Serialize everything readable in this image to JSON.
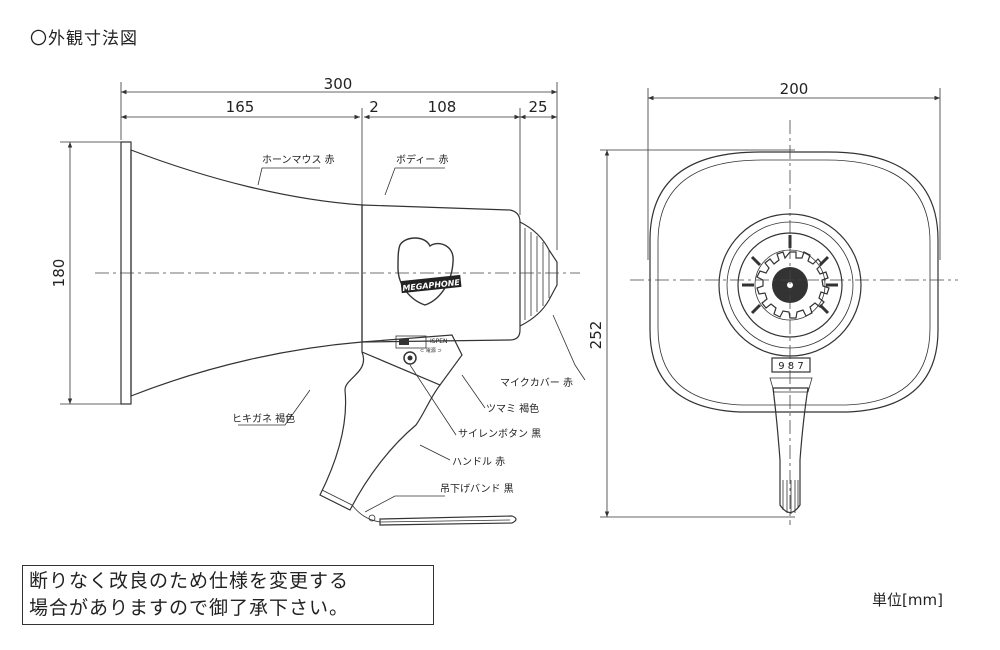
{
  "title": "〇外観寸法図",
  "dimensions": {
    "total_length": "300",
    "horn_length": "165",
    "gap": "2",
    "body_length": "108",
    "mic_cover_length": "25",
    "horn_diameter": "180",
    "width": "200",
    "height": "252"
  },
  "callouts": {
    "horn_mouth": "ホーンマウス 赤",
    "body": "ボディー 赤",
    "mic_cover": "マイクカバー 赤",
    "knob": "ツマミ 褐色",
    "siren_button": "サイレンボタン 黒",
    "handle": "ハンドル 赤",
    "trigger": "ヒキガネ 褐色",
    "strap": "吊下げバンド 黒"
  },
  "logo_text": "MEGAPHONE",
  "switch_labels": {
    "top": "ISPEN",
    "bottom": "⊂ 電源 ⊃"
  },
  "front_display": "9 8 7",
  "notice": {
    "line1": "断りなく改良のため仕様を変更する",
    "line2": "場合がありますので御了承下さい。"
  },
  "unit": "単位[mm]"
}
